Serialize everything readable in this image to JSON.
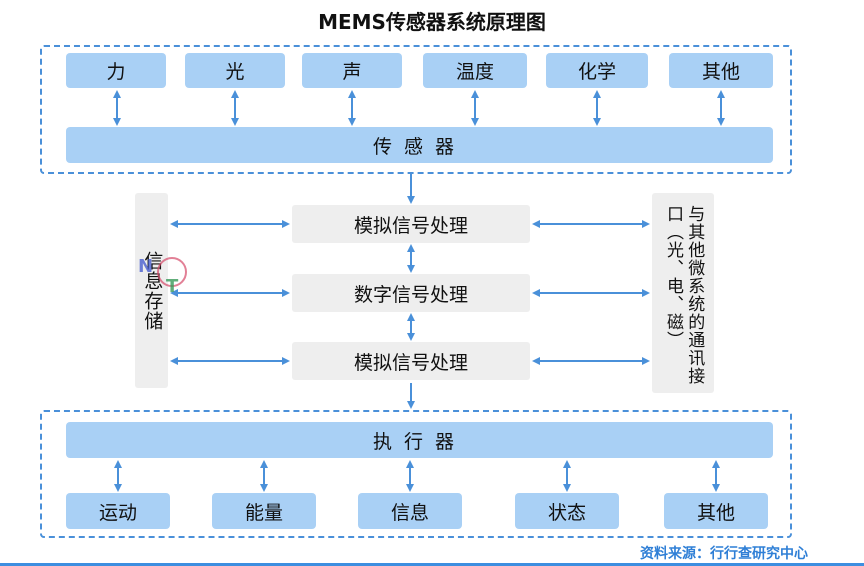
{
  "title": "MEMS传感器系统原理图",
  "inputs": [
    "力",
    "光",
    "声",
    "温度",
    "化学",
    "其他"
  ],
  "sensor": "传感器",
  "storage": "信息存储",
  "processing": [
    "模拟信号处理",
    "数字信号处理",
    "模拟信号处理"
  ],
  "interface": "与其他微系统的通讯接口（光、电、磁）",
  "actuator": "执行器",
  "outputs": [
    "运动",
    "能量",
    "信息",
    "状态",
    "其他"
  ],
  "source": "资料来源：行行查研究中心",
  "colors": {
    "accent": "#4a90d9",
    "box_fill": "#a9d0f5",
    "gray_fill": "#eeeeee",
    "source_text": "#2f7fd6"
  }
}
